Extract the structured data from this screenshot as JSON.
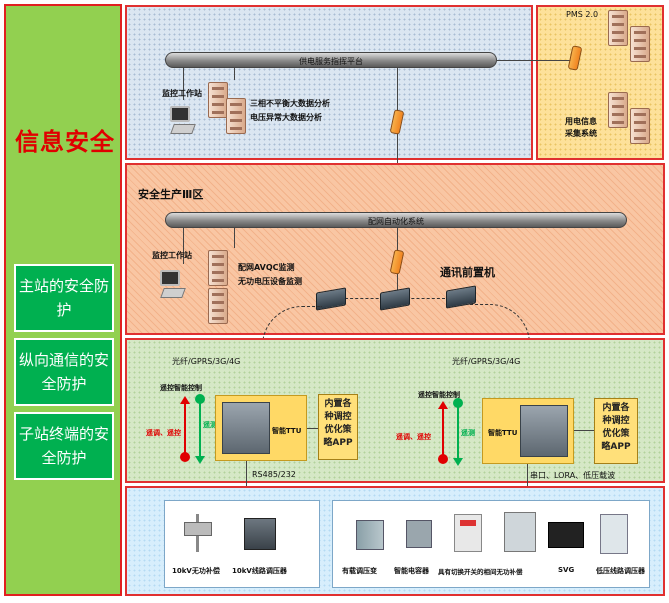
{
  "left": {
    "title": "信息安全",
    "boxes": [
      "主站的安全防护",
      "纵向通信的安全防护",
      "子站终端的安全防护"
    ]
  },
  "top_zone": {
    "bus_label": "供电服务指挥平台",
    "workstation_label": "监控工作站",
    "analysis_lines": [
      "三相不平衡大数据分析",
      "电压异常大数据分析"
    ]
  },
  "pms_zone": {
    "title": "PMS 2.0",
    "collect_label": [
      "用电信息",
      "采集系统"
    ]
  },
  "prod_zone": {
    "title": "安全生产Ⅲ区",
    "bus_label": "配网自动化系统",
    "workstation_label": "监控工作站",
    "avqc_lines": [
      "配网AVQC监测",
      "无功电压设备监测"
    ],
    "comm_label": "通讯前置机"
  },
  "comm_zone": {
    "left_channel": "光纤/GPRS/3G/4G",
    "right_channel": "光纤/GPRS/3G/4G",
    "control_label": "遥控智能控制",
    "down_label": "遥调、遥控",
    "up_label": "遥测",
    "ttu_label": "智能TTU",
    "app_lines": [
      "内置各",
      "种调控",
      "优化策",
      "略APP"
    ],
    "left_bus": "RS485/232",
    "right_bus": "串口、LORA、低压载波"
  },
  "dev_zone": {
    "left_devices": [
      "10kV无功补偿",
      "10kV线路调压器"
    ],
    "right_devices": [
      "有载调压变",
      "智能电容器",
      "具有切换开关的相间无功补偿",
      "SVG",
      "低压线路调压器"
    ]
  },
  "colors": {
    "left_bg": "#92d050",
    "box_bg": "#00b050",
    "title_red": "#e00000",
    "border_red": "#e03030"
  }
}
